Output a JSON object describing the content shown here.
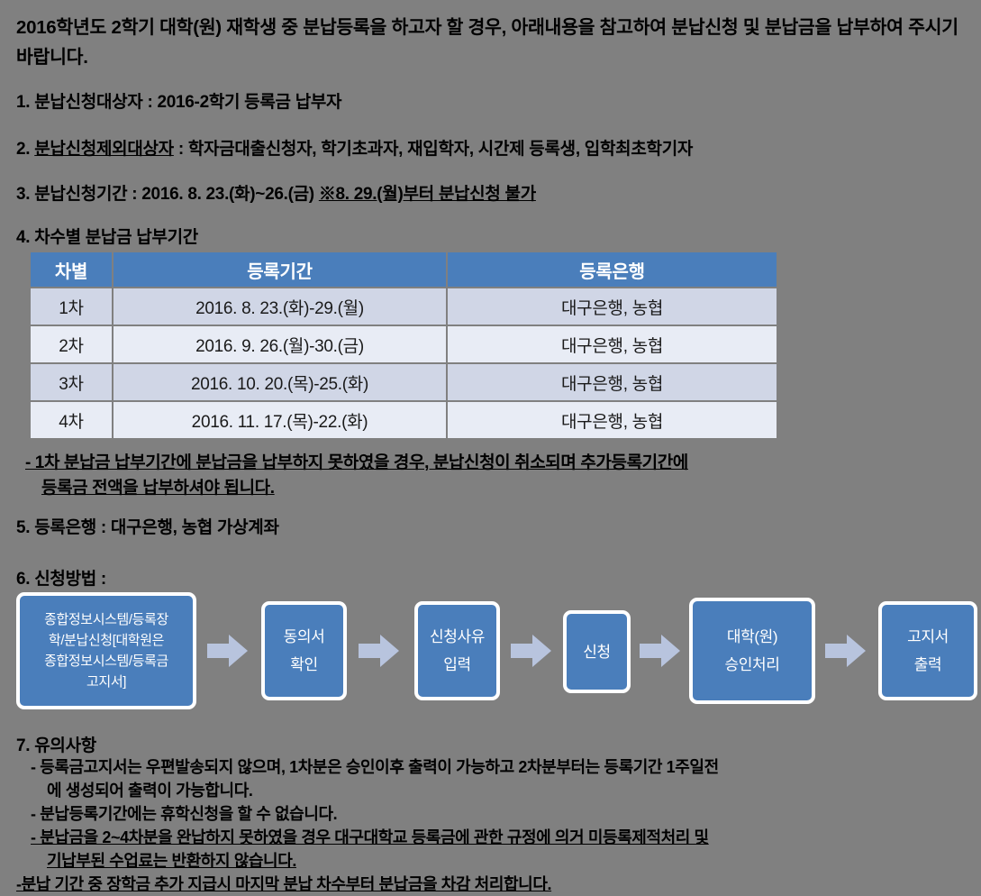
{
  "document": {
    "background_color": "#808080",
    "intro": "2016학년도 2학기 대학(원) 재학생 중 분납등록을 하고자 할 경우,  아래내용을 참고하여 분납신청 및 분납금을 납부하여 주시기 바랍니다.",
    "items": {
      "item1": "1. 분납신청대상자 : 2016-2학기 등록금 납부자",
      "item2_prefix": "2. ",
      "item2_underlined": "분납신청제외대상자",
      "item2_rest": " :   학자금대출신청자,  학기초과자,  재입학자, 시간제 등록생, 입학최초학기자",
      "item3_prefix": "3. 분납신청기간 : 2016.  8. 23.(화)~26.(금)  ",
      "item3_underlined": "※8. 29.(월)부터  분납신청 불가",
      "item4": "4. 차수별 분납금 납부기간",
      "item5": "5. 등록은행 : 대구은행, 농협 가상계좌",
      "item6": "6. 신청방법 :",
      "item7": "7. 유의사항"
    },
    "table": {
      "header_bg": "#4a7ebb",
      "header_text_color": "#ffffff",
      "row_odd_bg": "#d0d6e6",
      "row_even_bg": "#e8ecf5",
      "columns": [
        "차별",
        "등록기간",
        "등록은행"
      ],
      "rows": [
        [
          "1차",
          "2016. 8. 23.(화)-29.(월)",
          "대구은행, 농협"
        ],
        [
          "2차",
          "2016. 9. 26.(월)-30.(금)",
          "대구은행, 농협"
        ],
        [
          "3차",
          "2016. 10. 20.(목)-25.(화)",
          "대구은행, 농협"
        ],
        [
          "4차",
          "2016. 11. 17.(목)-22.(화)",
          "대구은행, 농협"
        ]
      ]
    },
    "warning": {
      "line1": "- 1차 분납금 납부기간에 분납금을 납부하지 못하였을 경우, 분납신청이 취소되며 추가등록기간에",
      "line2": "등록금 전액을 납부하셔야 됩니다."
    },
    "flow": {
      "box_bg": "#4a7ebb",
      "box_border": "#ffffff",
      "arrow_color": "#b8c4de",
      "steps": [
        "종합정보시스템/등록장학/분납신청[대학원은 종합정보시스템/등록금고지서]",
        "동의서 확인",
        "신청사유 입력",
        "신청",
        "대학(원) 승인처리",
        "고지서 출력"
      ],
      "step_lines": [
        [
          "종합정보시스템/등록장",
          "학/분납신청[대학원은",
          "종합정보시스템/등록금",
          "고지서]"
        ],
        [
          "동의서",
          "확인"
        ],
        [
          "신청사유",
          "입력"
        ],
        [
          "신청"
        ],
        [
          "대학(원)",
          "승인처리"
        ],
        [
          "고지서",
          "출력"
        ]
      ]
    },
    "notes": [
      {
        "text": "- 등록금고지서는 우편발송되지 않으며, 1차분은 승인이후 출력이 가능하고 2차분부터는 등록기간 1주일전",
        "indent": 1,
        "underline": false
      },
      {
        "text": "에 생성되어 출력이 가능합니다.",
        "indent": 2,
        "underline": false
      },
      {
        "text": "- 분납등록기간에는 휴학신청을 할 수 없습니다.",
        "indent": 1,
        "underline": false
      },
      {
        "text": "- 분납금을 2~4차분을 완납하지 못하였을 경우 대구대학교 등록금에 관한 규정에 의거 미등록제적처리 및",
        "indent": 1,
        "underline": true
      },
      {
        "text": "기납부된 수업료는 반환하지 않습니다.",
        "indent": 2,
        "underline": true
      },
      {
        "text": "-분납 기간 중 장학금 추가 지급시 마지막 분납 차수부터 분납금을 차감 처리합니다.",
        "indent": 0,
        "underline": true
      }
    ]
  }
}
